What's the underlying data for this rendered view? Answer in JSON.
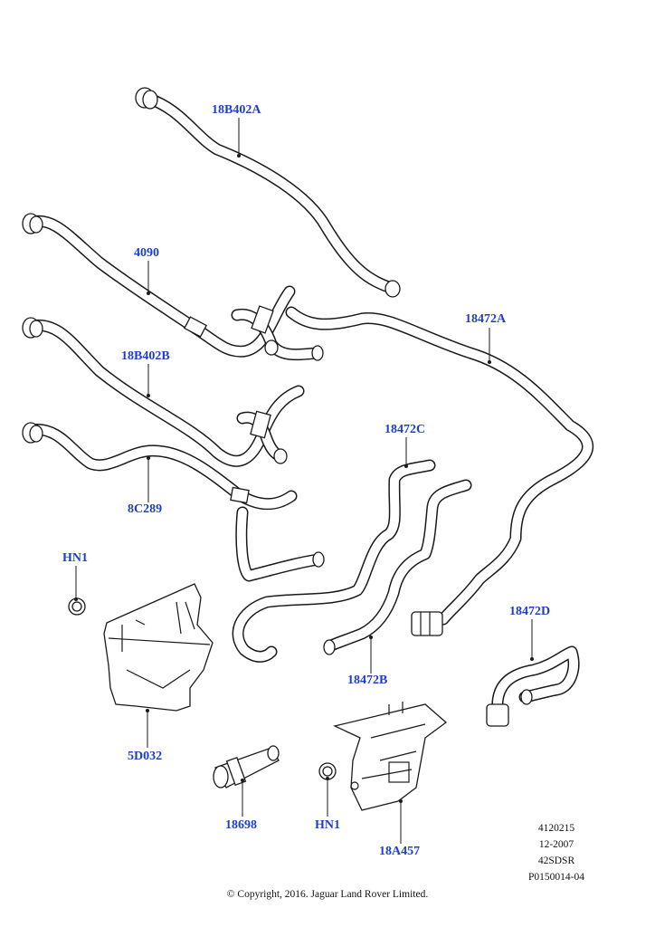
{
  "colors": {
    "callout": "#1f3fc8",
    "line": "#1a1a1a"
  },
  "callouts": {
    "hose_18b402a": "18B402A",
    "hose_4090": "4090",
    "hose_18b402b": "18B402B",
    "hose_8c289": "8C289",
    "hose_18472a": "18472A",
    "hose_18472c": "18472C",
    "hose_18472b": "18472B",
    "hose_18472d": "18472D",
    "clip_hn1_left": "HN1",
    "shield_5d032": "5D032",
    "connector_18698": "18698",
    "clip_hn1_right": "HN1",
    "bracket_18a457": "18A457"
  },
  "reference": [
    "4120215",
    "12-2007",
    "42SDSR",
    "P0150014-04"
  ],
  "copyright": "© Copyright, 2016. Jaguar Land Rover Limited."
}
